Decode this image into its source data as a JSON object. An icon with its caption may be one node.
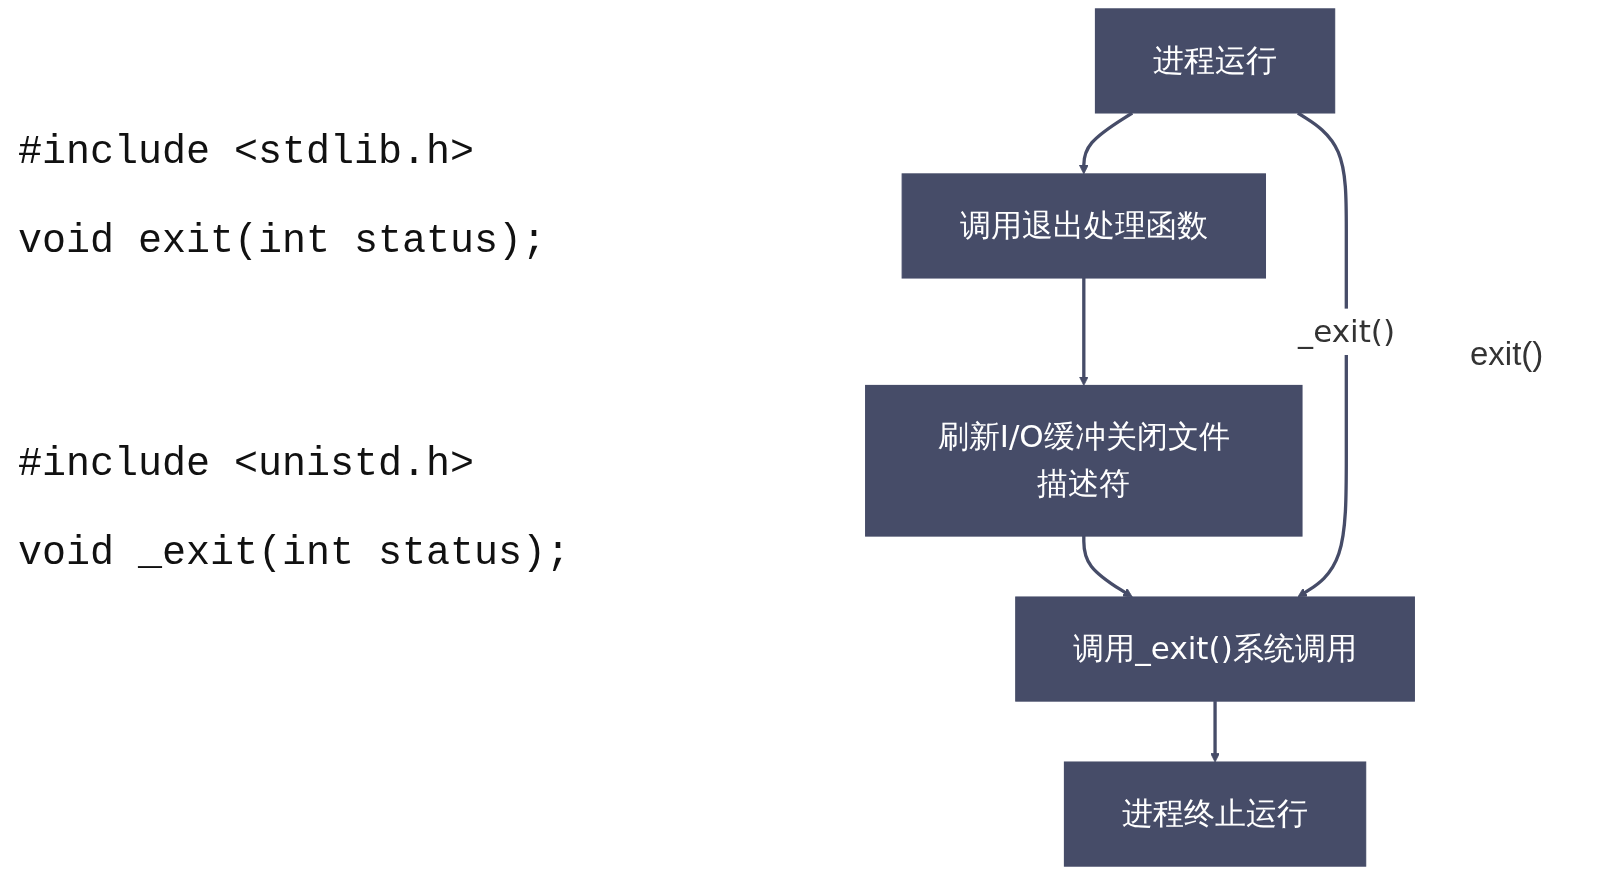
{
  "diagram": {
    "nodes": [
      {
        "text": [
          "进程运行"
        ]
      },
      {
        "text": [
          "调用退出处理函数"
        ]
      },
      {
        "text": [
          "刷新I/O缓冲关闭文件描述符"
        ]
      },
      {
        "text": [
          "调用_exit()系统调用"
        ]
      },
      {
        "text": [
          "进程终止运行"
        ]
      }
    ],
    "edges": [
      {
        "from": 0,
        "to": 1,
        "arrow": "to"
      },
      {
        "from": 1,
        "to": 2,
        "arrow": "to"
      },
      {
        "from": 2,
        "to": 3,
        "arrow": "to"
      },
      {
        "from": 0,
        "to": 3,
        "arrow": "to",
        "label": "_exit()"
      },
      {
        "from": 3,
        "to": 4,
        "arrow": "to"
      }
    ],
    "labels": [
      "#include <stdlib.h>",
      "void exit(int status);",
      "#include <unistd.h>",
      "void _exit(int status);",
      "exit()"
    ]
  }
}
